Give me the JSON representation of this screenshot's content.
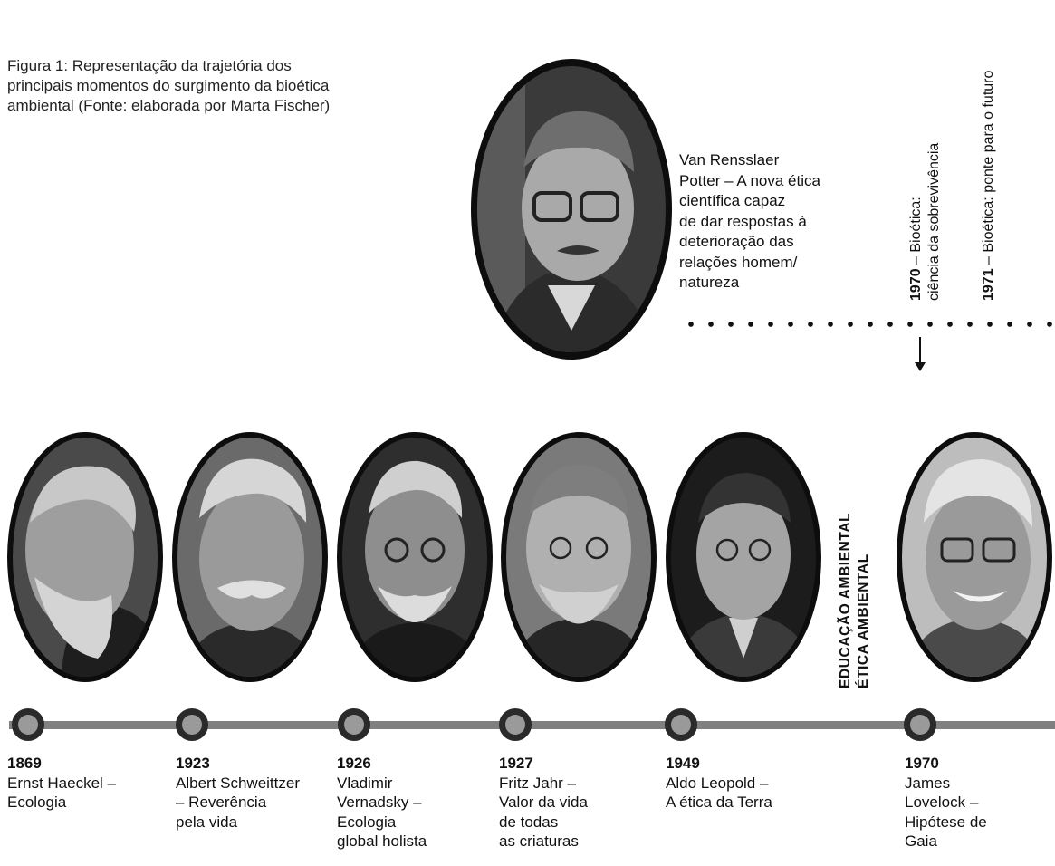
{
  "caption": {
    "line1": "Figura 1: Representação da trajetória dos",
    "line2": "principais momentos do surgimento da bioética",
    "line3": "ambiental (Fonte: elaborada por Marta Fischer)"
  },
  "potter": {
    "lines": [
      "Van Rensslaer",
      "Potter – A nova ética",
      "científica capaz",
      "de dar respostas à",
      "deterioração das",
      "relações homem/",
      "natureza"
    ]
  },
  "vertical_notes": {
    "note1970_year": "1970",
    "note1970_text1": " – Bioética:",
    "note1970_text2": "ciência da sobrevivência",
    "note1971_year": "1971",
    "note1971_text": " – Bioética: ponte para o futuro"
  },
  "side_labels": {
    "line1": "EDUCAÇÃO AMBIENTAL",
    "line2": "ÉTICA AMBIENTAL"
  },
  "timeline": [
    {
      "year": "1869",
      "lines": [
        "Ernst Haeckel –",
        "Ecologia"
      ]
    },
    {
      "year": "1923",
      "lines": [
        "Albert Schweittzer",
        "– Reverência",
        "pela vida"
      ]
    },
    {
      "year": "1926",
      "lines": [
        "Vladimir",
        "Vernadsky –",
        "Ecologia",
        "global holista"
      ]
    },
    {
      "year": "1927",
      "lines": [
        "Fritz Jahr –",
        "Valor da vida",
        "de todas",
        "as criaturas"
      ]
    },
    {
      "year": "1949",
      "lines": [
        "Aldo Leopold –",
        "A ética da Terra"
      ]
    },
    {
      "year": "1970",
      "lines": [
        "James",
        "Lovelock –",
        "Hipótese de",
        "Gaia"
      ]
    }
  ],
  "colors": {
    "timeline_bar": "#808080",
    "node_ring": "#2a2a2a",
    "node_fill": "#9a9a9a",
    "portrait_bg": "#0d0d0d"
  }
}
